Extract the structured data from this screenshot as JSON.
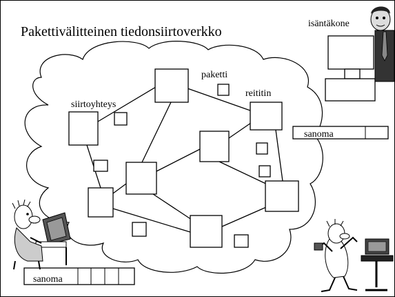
{
  "title": "Pakettivälitteinen tiedonsiirtoverkko",
  "labels": {
    "packet": "paketti",
    "router": "reititin",
    "link": "siirtoyhteys",
    "host": "isäntäkone"
  },
  "messages": {
    "top": "sanoma",
    "bottom": "sanoma"
  },
  "illustrations": {
    "host_computer": "host-computer-icon",
    "host_person": "person-icon",
    "user_at_computer": "user-at-computer-icon",
    "user_with_terminal": "user-with-terminal-icon"
  },
  "colors": {
    "stroke": "#000000",
    "background": "#ffffff"
  }
}
